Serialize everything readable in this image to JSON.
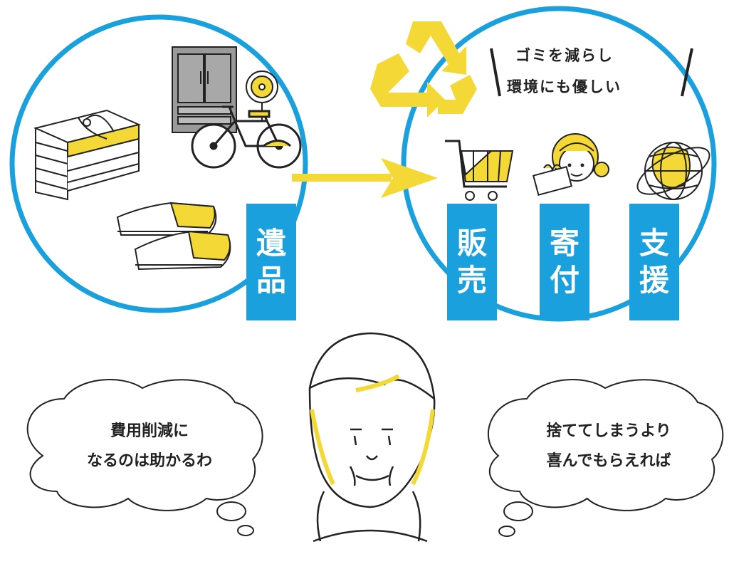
{
  "colors": {
    "accent_blue": "#1aa0dc",
    "accent_yellow": "#f4d835",
    "line": "#222222"
  },
  "left_label": {
    "chars": [
      "遺",
      "品"
    ]
  },
  "right_labels": [
    {
      "chars": [
        "販",
        "売"
      ]
    },
    {
      "chars": [
        "寄",
        "付"
      ]
    },
    {
      "chars": [
        "支",
        "援"
      ]
    }
  ],
  "slogan": {
    "line1": "ゴミを減らし",
    "line2": "環境にも優しい"
  },
  "thought_left": {
    "line1": "費用削減に",
    "line2": "なるのは助かるわ"
  },
  "thought_right": {
    "line1": "捨ててしまうより",
    "line2": "喜んでもらえれば"
  },
  "icons": [
    "newspaper-bundle-icon",
    "cabinet-icon",
    "fan-icon",
    "bicycle-icon",
    "sneakers-icon",
    "recycle-icon",
    "shopping-cart-icon",
    "girl-with-gift-icon",
    "globe-icon",
    "elderly-woman-face-icon"
  ]
}
